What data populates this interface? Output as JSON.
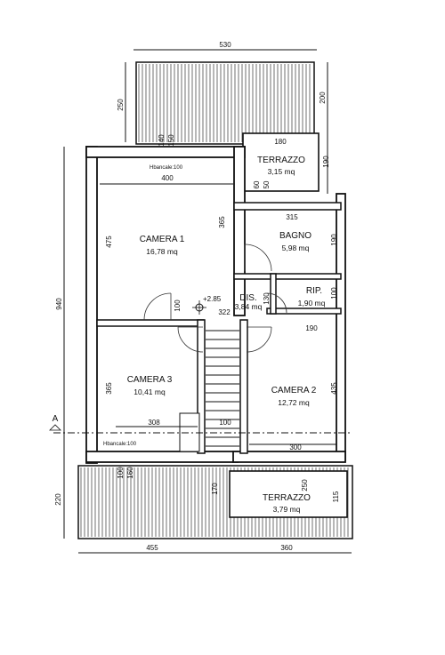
{
  "rooms": {
    "camera1": {
      "name": "CAMERA 1",
      "area": "16,78 mq"
    },
    "camera2": {
      "name": "CAMERA 2",
      "area": "12,72 mq"
    },
    "camera3": {
      "name": "CAMERA 3",
      "area": "10,41 mq"
    },
    "bagno": {
      "name": "BAGNO",
      "area": "5,98 mq"
    },
    "dis": {
      "name": "DIS.",
      "area": "3,84 mq"
    },
    "rip": {
      "name": "RIP.",
      "area": "1,90 mq"
    },
    "terrazzo_top": {
      "name": "TERRAZZO",
      "area": "3,15 mq"
    },
    "terrazzo_bottom": {
      "name": "TERRAZZO",
      "area": "3,79 mq"
    }
  },
  "level": "+2.85",
  "section_marker": "A",
  "window_notes": {
    "top": "Hbancale:100",
    "bottom": "Hbancale:100"
  },
  "dimensions": {
    "top_width": "530",
    "top_left_height": "250",
    "top_right_height": "200",
    "win_140": "140",
    "win_150": "150",
    "terrazzo_width": "180",
    "terrazzo_height": "190",
    "small_60": "60",
    "small_50": "50",
    "camera1_width": "400",
    "camera1_height_left": "475",
    "camera1_height_right": "365",
    "bagno_width": "315",
    "bagno_height": "190",
    "rip_height": "100",
    "dis_130": "130",
    "dis_100": "100",
    "dis_322": "322",
    "total_height": "940",
    "camera2_top": "190",
    "camera2_height": "435",
    "camera2_width": "300",
    "camera3_height": "365",
    "camera3_width": "308",
    "stair_100": "100",
    "bottom_win_100": "100",
    "bottom_win_160": "160",
    "bottom_170": "170",
    "bottom_left_height": "220",
    "terrazzo_b_250": "250",
    "terrazzo_b_115": "115",
    "bottom_left_width": "455",
    "bottom_right_width": "360"
  }
}
